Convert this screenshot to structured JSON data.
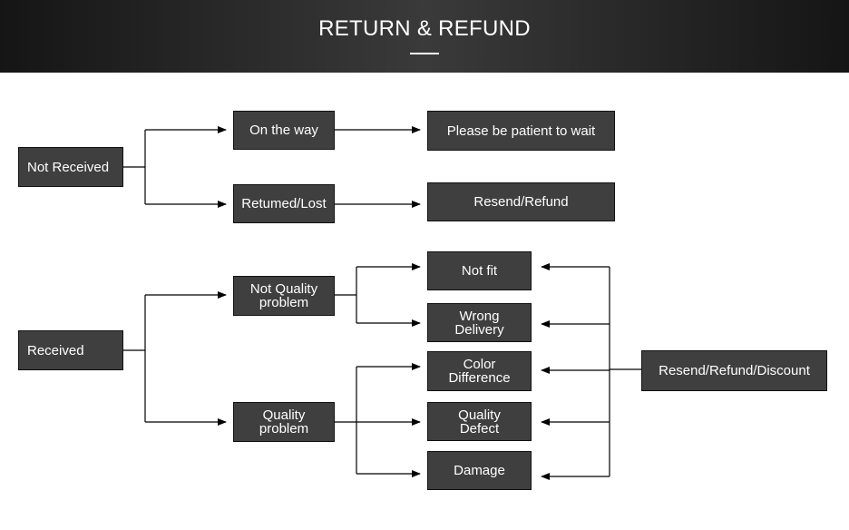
{
  "header": {
    "title": "RETURN & REFUND"
  },
  "nodes": {
    "not_received": "Not Received",
    "on_the_way": "On the way",
    "please_wait": "Please be patient to wait",
    "returned_lost": "Retumed/Lost",
    "resend_refund": "Resend/Refund",
    "received": "Received",
    "not_quality_problem": "Not Quality\nproblem",
    "quality_problem": "Quality\nproblem",
    "not_fit": "Not fit",
    "wrong_delivery": "Wrong\nDelivery",
    "color_difference": "Color\nDifference",
    "quality_defect": "Quality\nDefect",
    "damage": "Damage",
    "resend_refund_discount": "Resend/Refund/Discount"
  },
  "colors": {
    "header_bg": "#2b2b2b",
    "box_bg": "#3f3f3f",
    "line": "#000000",
    "text": "#ffffff"
  }
}
